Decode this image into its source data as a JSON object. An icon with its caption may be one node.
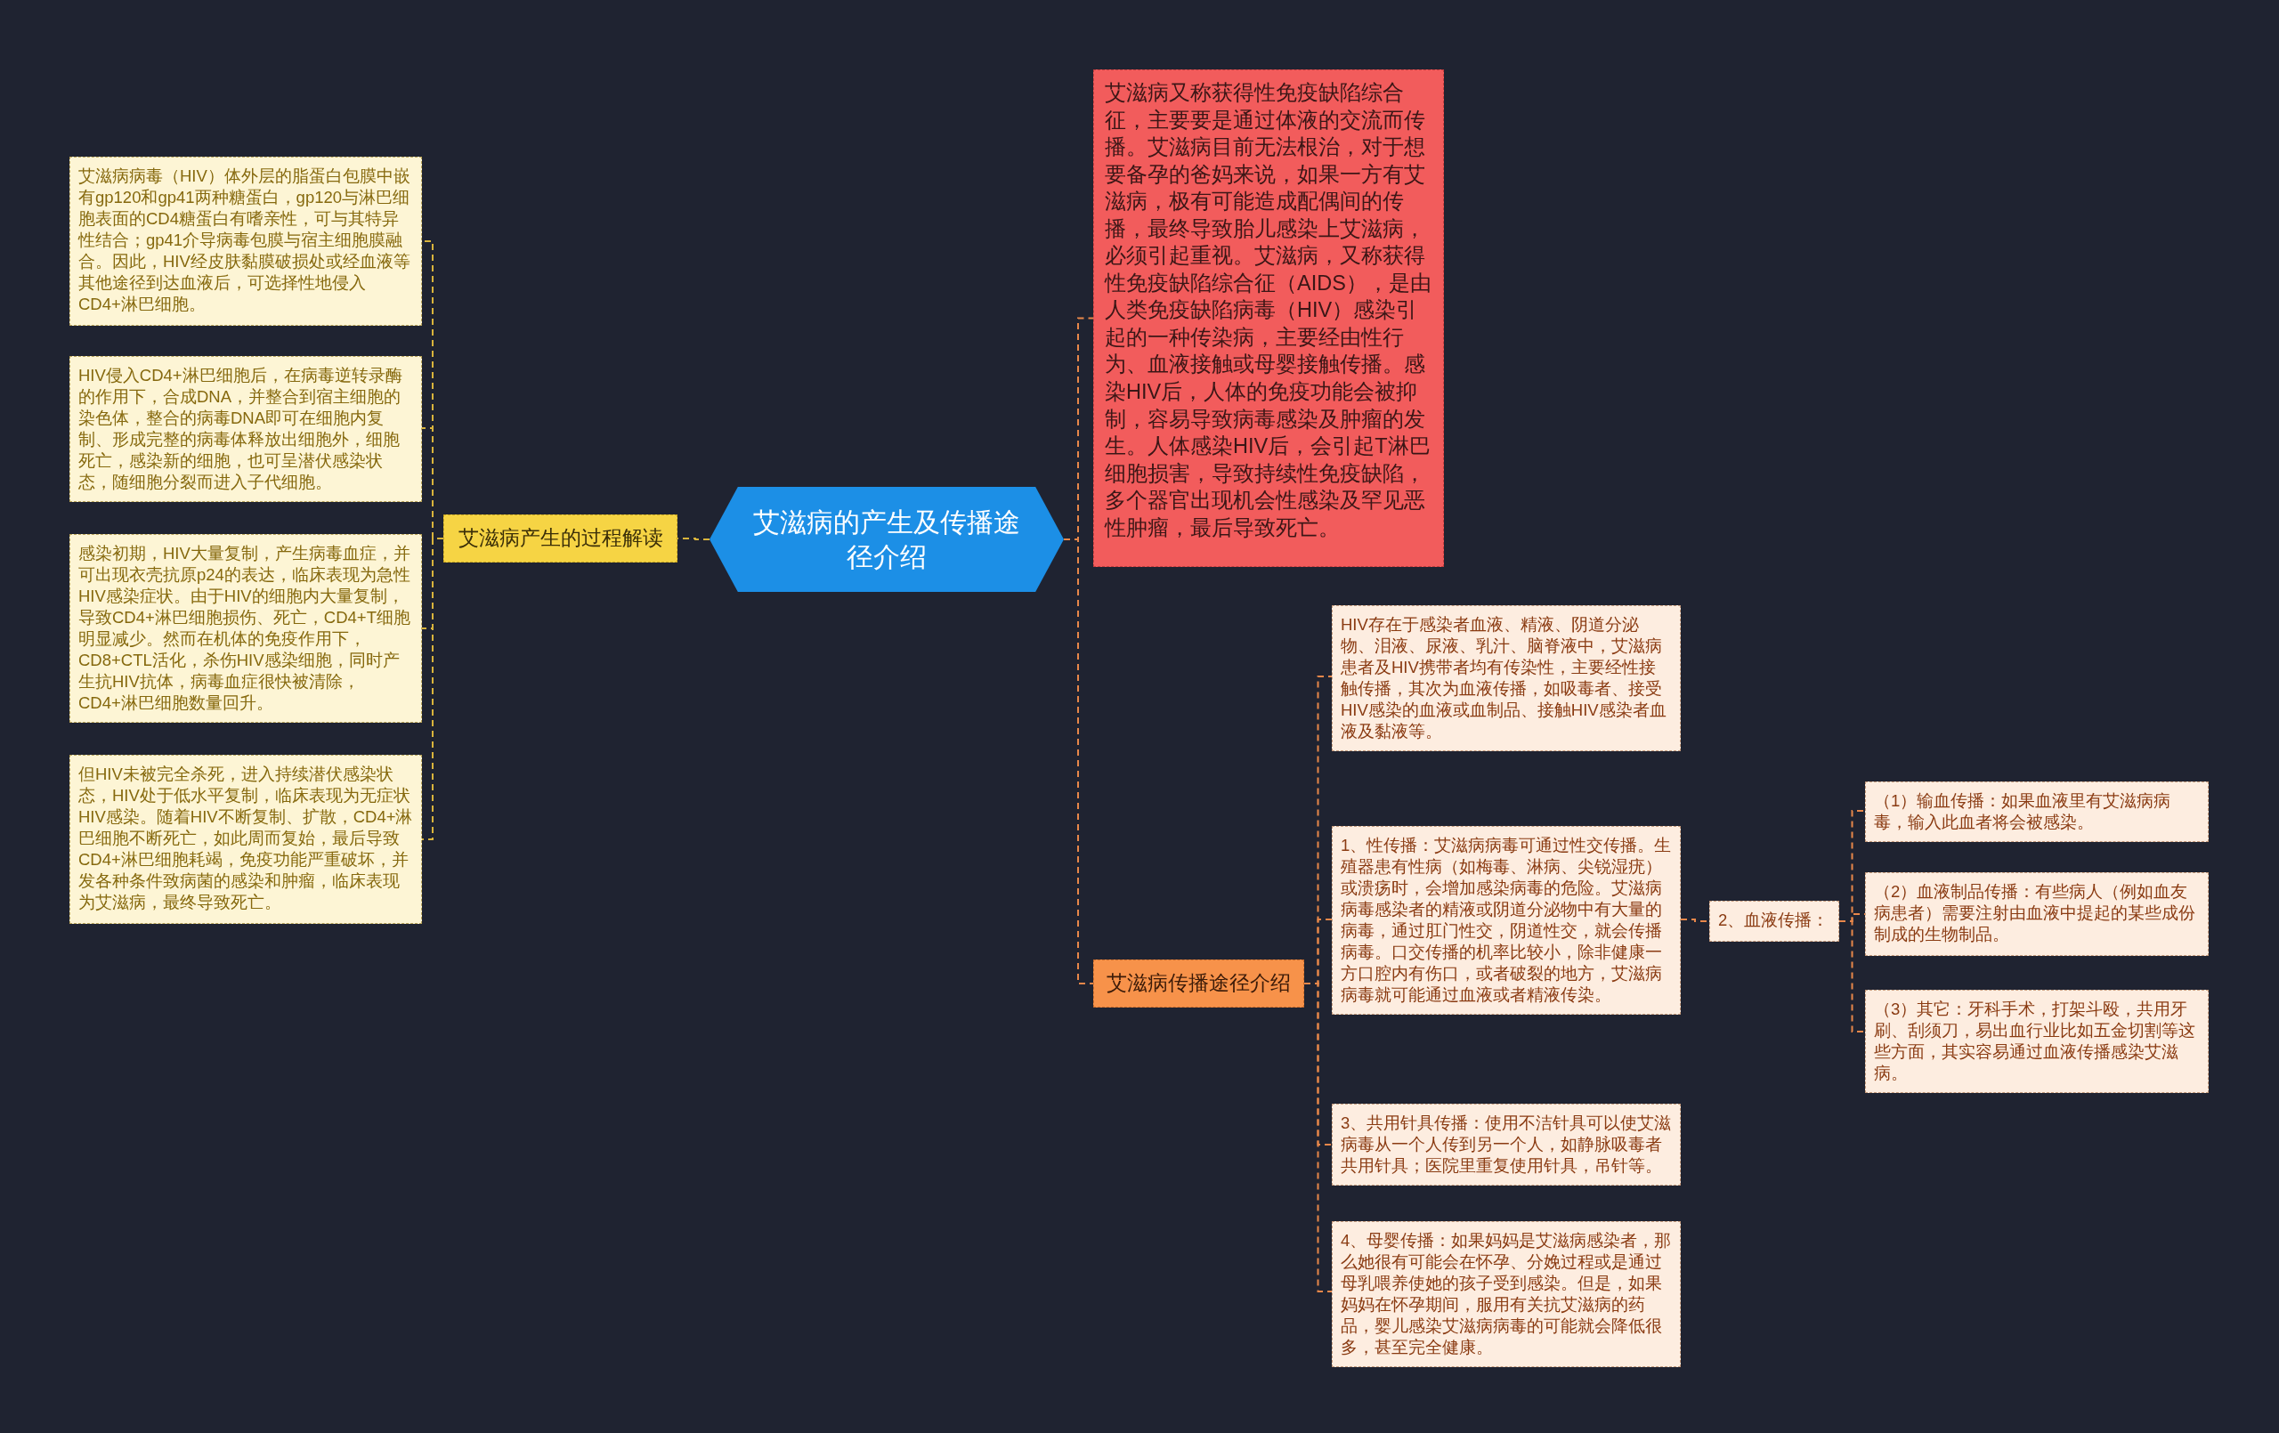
{
  "diagram": {
    "nodes": [
      {
        "text": [
          "艾滋病的产生及传播途径介绍"
        ]
      },
      {
        "text": [
          "艾滋病产生的过程解读"
        ]
      },
      {
        "text": [
          "艾滋病病毒（HIV）体外层的脂蛋白包膜中嵌有gp120和gp41两种糖蛋白，gp120与淋巴细胞表面的CD4糖蛋白有嗜亲性，可与其特异性结合；gp41介导病毒包膜与宿主细胞膜融合。因此，HIV经皮肤黏膜破损处或经血液等其他途径到达血液后，可选择性地侵入CD4+淋巴细胞。"
        ]
      },
      {
        "text": [
          "HIV侵入CD4+淋巴细胞后，在病毒逆转录酶的作用下，合成DNA，并整合到宿主细胞的染色体，整合的病毒DNA即可在细胞内复制、形成完整的病毒体释放出细胞外，细胞死亡，感染新的细胞，也可呈潜伏感染状态，随细胞分裂而进入子代细胞。"
        ]
      },
      {
        "text": [
          "感染初期，HIV大量复制，产生病毒血症，并可出现衣壳抗原p24的表达，临床表现为急性HIV感染症状。由于HIV的细胞内大量复制，导致CD4+淋巴细胞损伤、死亡，CD4+T细胞明显减少。然而在机体的免疫作用下，CD8+CTL活化，杀伤HIV感染细胞，同时产生抗HIV抗体，病毒血症很快被清除，CD4+淋巴细胞数量回升。"
        ]
      },
      {
        "text": [
          "但HIV未被完全杀死，进入持续潜伏感染状态，HIV处于低水平复制，临床表现为无症状HIV感染。随着HIV不断复制、扩散，CD4+淋巴细胞不断死亡，如此周而复始，最后导致CD4+淋巴细胞耗竭，免疫功能严重破坏，并发各种条件致病菌的感染和肿瘤，临床表现为艾滋病，最终导致死亡。"
        ]
      },
      {
        "text": [
          "艾滋病又称获得性免疫缺陷综合征，主要要是通过体液的交流而传播。艾滋病目前无法根治，对于想要备孕的爸妈来说，如果一方有艾滋病，极有可能造成配偶间的传播，最终导致胎儿感染上艾滋病，必须引起重视。艾滋病，又称获得性免疫缺陷综合征（AIDS），是由人类免疫缺陷病毒（HIV）感染引起的一种传染病，主要经由性行为、血液接触或母婴接触传播。感染HIV后，人体的免疫功能会被抑制，容易导致病毒感染及肿瘤的发生。人体感染HIV后，会引起T淋巴细胞损害，导致持续性免疫缺陷，多个器官出现机会性感染及罕见恶性肿瘤，最后导致死亡。"
        ]
      },
      {
        "text": [
          "艾滋病传播途径介绍"
        ]
      },
      {
        "text": [
          "HIV存在于感染者血液、精液、阴道分泌物、泪液、尿液、乳汁、脑脊液中，艾滋病患者及HIV携带者均有传染性，主要经性接触传播，其次为血液传播，如吸毒者、接受HIV感染的血液或血制品、接触HIV感染者血液及黏液等。"
        ]
      },
      {
        "text": [
          "1、性传播：艾滋病病毒可通过性交传播。生殖器患有性病（如梅毒、淋病、尖锐湿疣）或溃疡时，会增加感染病毒的危险。艾滋病病毒感染者的精液或阴道分泌物中有大量的病毒，通过肛门性交，阴道性交，就会传播病毒。口交传播的机率比较小，除非健康一方口腔内有伤口，或者破裂的地方，艾滋病病毒就可能通过血液或者精液传染。"
        ]
      },
      {
        "text": [
          "3、共用针具传播：使用不洁针具可以使艾滋病毒从一个人传到另一个人，如静脉吸毒者共用针具；医院里重复使用针具，吊针等。"
        ]
      },
      {
        "text": [
          "4、母婴传播：如果妈妈是艾滋病感染者，那么她很有可能会在怀孕、分娩过程或是通过母乳喂养使她的孩子受到感染。但是，如果妈妈在怀孕期间，服用有关抗艾滋病的药品，婴儿感染艾滋病病毒的可能就会降低很多，甚至完全健康。"
        ]
      },
      {
        "text": [
          "2、血液传播："
        ]
      },
      {
        "text": [
          "（1）输血传播：如果血液里有艾滋病病毒，输入此血者将会被感染。"
        ]
      },
      {
        "text": [
          "（2）血液制品传播：有些病人（例如血友病患者）需要注射由血液中提起的某些成份制成的生物制品。"
        ]
      },
      {
        "text": [
          "（3）其它：牙科手术，打架斗殴，共用牙刷、刮须刀，易出血行业比如五金切割等这些方面，其实容易通过血液传播感染艾滋病。"
        ]
      }
    ],
    "edges": [
      {
        "from": 0,
        "to": 1,
        "arrow": "none",
        "style": "dashed",
        "color": "#d9b43c"
      },
      {
        "from": 1,
        "to": 2,
        "arrow": "none",
        "style": "dashed",
        "color": "#d9b43c"
      },
      {
        "from": 1,
        "to": 3,
        "arrow": "none",
        "style": "dashed",
        "color": "#d9b43c"
      },
      {
        "from": 1,
        "to": 4,
        "arrow": "none",
        "style": "dashed",
        "color": "#d9b43c"
      },
      {
        "from": 1,
        "to": 5,
        "arrow": "none",
        "style": "dashed",
        "color": "#d9b43c"
      },
      {
        "from": 0,
        "to": 6,
        "arrow": "none",
        "style": "dashed"
      },
      {
        "from": 0,
        "to": 7,
        "arrow": "none",
        "style": "dashed"
      },
      {
        "from": 7,
        "to": 8,
        "arrow": "none",
        "style": "dashed"
      },
      {
        "from": 7,
        "to": 9,
        "arrow": "none",
        "style": "dashed"
      },
      {
        "from": 7,
        "to": 10,
        "arrow": "none",
        "style": "dashed"
      },
      {
        "from": 7,
        "to": 11,
        "arrow": "none",
        "style": "dashed"
      },
      {
        "from": 9,
        "to": 12,
        "arrow": "none",
        "style": "dashed"
      },
      {
        "from": 12,
        "to": 13,
        "arrow": "none",
        "style": "dashed"
      },
      {
        "from": 12,
        "to": 14,
        "arrow": "none",
        "style": "dashed"
      },
      {
        "from": 12,
        "to": 15,
        "arrow": "none",
        "style": "dashed"
      }
    ]
  }
}
